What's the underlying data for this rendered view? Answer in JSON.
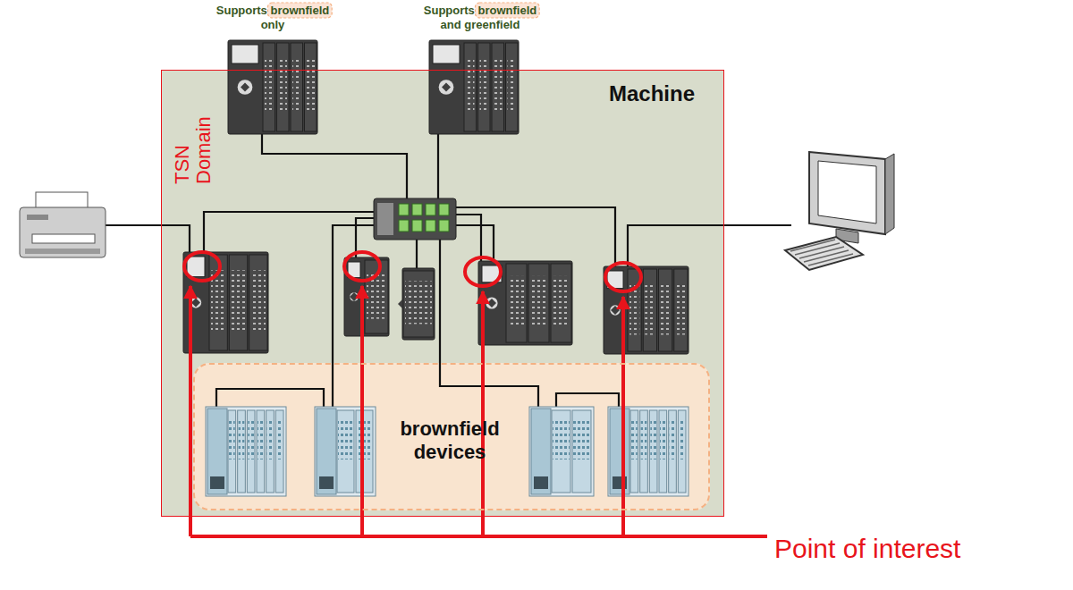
{
  "diagram": {
    "nodes": [
      {
        "text": [
          "TSN Domain",
          "Machine"
        ]
      },
      {
        "text": [
          "brownfield devices"
        ],
        "in": 0
      }
    ],
    "labels": [
      "Supports brownfield only",
      "Supports brownfield and greenfield",
      "Point of interest"
    ]
  }
}
